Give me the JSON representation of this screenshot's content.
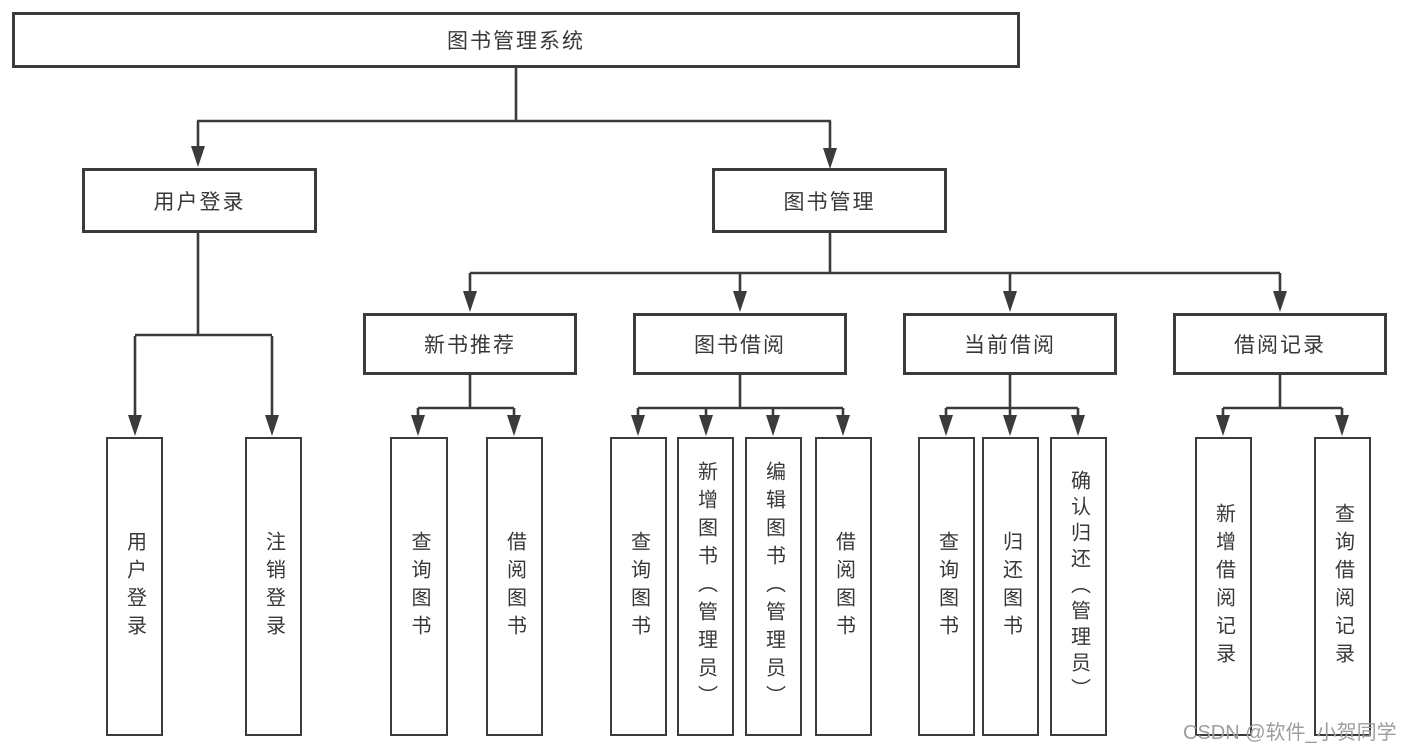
{
  "diagram": {
    "root": {
      "label": "图书管理系统"
    },
    "level2": {
      "user_login": {
        "label": "用户登录"
      },
      "book_management": {
        "label": "图书管理"
      }
    },
    "level3": {
      "new_book_recommend": {
        "label": "新书推荐"
      },
      "book_borrow": {
        "label": "图书借阅"
      },
      "current_borrow": {
        "label": "当前借阅"
      },
      "borrow_records": {
        "label": "借阅记录"
      }
    },
    "leaves": {
      "user_login": [
        "用户登录",
        "注销登录"
      ],
      "new_book_recommend": [
        "查询图书",
        "借阅图书"
      ],
      "book_borrow": [
        "查询图书",
        "新增图书（管理员）",
        "编辑图书（管理员）",
        "借阅图书"
      ],
      "current_borrow": [
        "查询图书",
        "归还图书",
        "确认归还（管理员）"
      ],
      "borrow_records": [
        "新增借阅记录",
        "查询借阅记录"
      ]
    }
  },
  "watermark": {
    "text": "CSDN @软件_小贺同学"
  },
  "colors": {
    "line": "#3b3b3b",
    "text": "#383838",
    "watermark": "#9d9d9d",
    "background": "#ffffff"
  }
}
